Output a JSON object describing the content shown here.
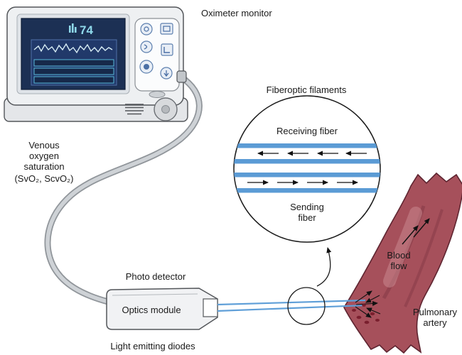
{
  "diagram_title": "Oximeter monitor",
  "monitor": {
    "label": "Oximeter monitor",
    "reading": "74"
  },
  "labels": {
    "venous": {
      "line1": "Venous",
      "line2": "oxygen",
      "line3": "saturation",
      "line4": "(SvO₂, ScvO₂)"
    },
    "fiberoptic_filaments": "Fiberoptic filaments",
    "receiving_fiber": "Receiving fiber",
    "sending_fiber": {
      "line1": "Sending",
      "line2": "fiber"
    },
    "photo_detector": "Photo detector",
    "optics_module": "Optics module",
    "light_emitting_diodes": "Light emitting diodes",
    "blood_flow": {
      "line1": "Blood",
      "line2": "flow"
    },
    "pulmonary_artery": {
      "line1": "Pulmonary",
      "line2": "artery"
    }
  },
  "colors": {
    "device_gray": "#eef0f2",
    "screen_navy": "#1c3054",
    "screen_cyan": "#8fd9ea",
    "fiber_blue": "#5b9bd5",
    "catheter_blue": "#5f9fd8",
    "artery_red": "#a6505b",
    "artery_dark": "#5e2430"
  }
}
